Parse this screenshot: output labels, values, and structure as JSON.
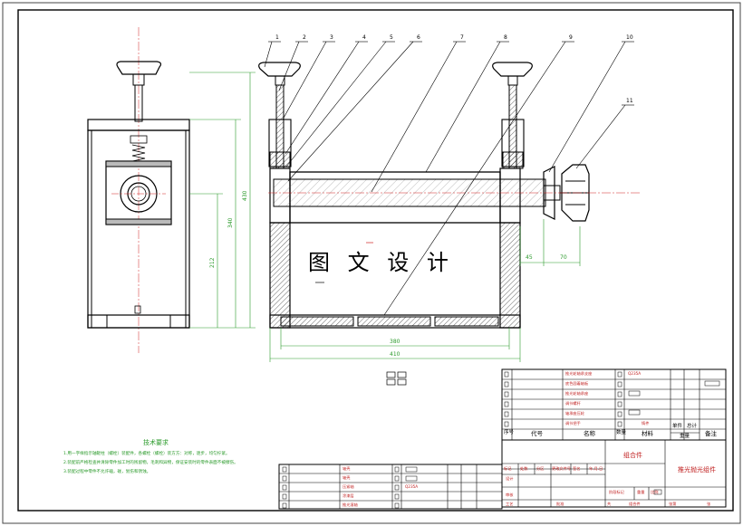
{
  "watermark": "图 文 设 计",
  "balloons": [
    "1",
    "2",
    "3",
    "4",
    "5",
    "6",
    "7",
    "8",
    "9",
    "10",
    "11"
  ],
  "dims": {
    "d430": "430",
    "d340": "340",
    "d212": "212",
    "d45": "45",
    "d70": "70",
    "d380": "380",
    "d410": "410"
  },
  "tech": {
    "title": "技术要求",
    "notes": [
      "1.用一字样指示轴辊柱（螺栓）装配件，各螺栓（螺栓）装方方：对称，逐步，均匀拧紧。",
      "2.装配前严格检查并清除零件加工时的残留物，毛刺和异物，保证安装时的零件表面不被擦伤。",
      "3.装配过程中零件不允许磕，碰，划伤和锈蚀。"
    ]
  },
  "bom_right": [
    {
      "name": "推光轮轴承支座",
      "mat": "Q235A"
    },
    {
      "name": "底色固着轴板",
      "mat": ""
    },
    {
      "name": "推光轮轴承座",
      "mat": ""
    },
    {
      "name": "调节螺杆",
      "mat": ""
    },
    {
      "name": "轴承座压轮",
      "mat": ""
    },
    {
      "name": "调节把手",
      "mat": "铸件"
    }
  ],
  "bom_left": [
    {
      "name": "轴壳",
      "mat": ""
    },
    {
      "name": "轴壳",
      "mat": ""
    },
    {
      "name": "压紧轴",
      "mat": "Q235A"
    },
    {
      "name": "涂漆层",
      "mat": ""
    },
    {
      "name": "推光滚轴",
      "mat": ""
    }
  ],
  "header": {
    "code": "代号",
    "name": "名称",
    "qty": "数量",
    "material": "材料",
    "remark": "备注",
    "single": "单件",
    "total": "总计",
    "weight": "重量"
  },
  "title_block": {
    "assembly_top": "组合件",
    "assembly_bottom": "组合件",
    "part_name": "推光抛光组件",
    "rev": [
      "标记",
      "处数",
      "分区",
      "更改文件号",
      "签名",
      "年.月.日"
    ],
    "design": "设计",
    "stage": "阶段标记",
    "weight": "重量",
    "scale": "比例",
    "review": "审核",
    "process": "工艺",
    "approve": "批准",
    "sheet_total": "共",
    "sheet_no": "张第",
    "sheet_unit": "张"
  }
}
